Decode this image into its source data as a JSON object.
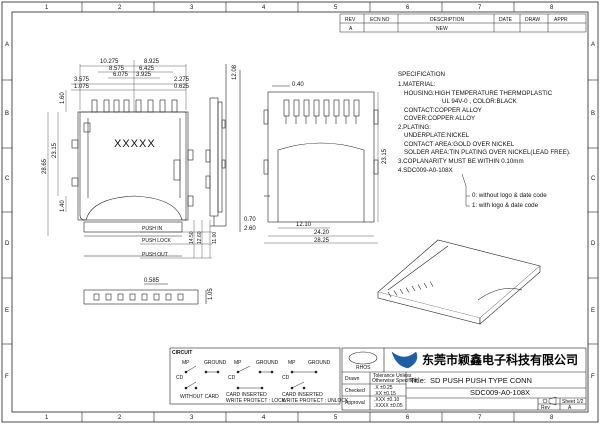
{
  "border": {
    "cols_top": [
      "1",
      "2",
      "3",
      "4",
      "5",
      "6",
      "7",
      "8"
    ],
    "cols_bottom": [
      "1",
      "2",
      "3",
      "4",
      "5",
      "6",
      "7",
      "8"
    ],
    "rows_left": [
      "A",
      "B",
      "C",
      "D",
      "E",
      "F"
    ],
    "rows_right": [
      "A",
      "B",
      "C",
      "D",
      "E",
      "F"
    ]
  },
  "revision_table": {
    "headers": [
      "REV",
      "ECN NO",
      "DESCRIPTION",
      "DATE",
      "DRAW",
      "APPR"
    ],
    "row": [
      "A",
      "",
      "NEW",
      "",
      "",
      ""
    ]
  },
  "dims_top_view": {
    "d10275": "10.275",
    "d8925": "8.925",
    "d8575": "8.575",
    "d6425": "6.425",
    "d6075": "6.075",
    "d3925": "3.925",
    "d3575": "3.575",
    "d2275": "2.275",
    "d1075": "1.075",
    "d0625": "0.625",
    "d160": "1.60",
    "d140": "1.40",
    "d2315": "23.15",
    "d2865": "28.65",
    "part_mark": "XXXXX"
  },
  "dims_side_view": {
    "d1208": "12.08",
    "d070": "0.70",
    "d260": "2.60"
  },
  "dims_front_view": {
    "d040": "0.40",
    "d1210": "12.10",
    "d2420": "24.20",
    "d2825": "28.25",
    "d2315": "23.15"
  },
  "push_labels": {
    "push_in": "PUSH IN",
    "push_lock": "PUSH LOCK",
    "push_out": "PUSH OUT",
    "d1450": "14.50",
    "d1260": "12.60",
    "d1100": "11.00"
  },
  "bottom_view": {
    "d0585": "0.585",
    "d105": "1.05"
  },
  "specification": {
    "title": "SPECIFICATION",
    "lines": [
      "1.MATERIAL:",
      "HOUSING:HIGH TEMPERATURE THERMOPLASTIC",
      "UL 94V-0 , COLOR:BLACK",
      "CONTACT:COPPER ALLOY",
      "COVER:COPPER ALLOY",
      "2.PLATING:",
      "UNDERPLATE:NICKEL",
      "CONTACT AREA:GOLD OVER NICKEL",
      "SOLDER AREA:TIN PLATING OVER NICKEL(LEAD FREE).",
      "3.COPLANARITY MUST BE WITHIN 0.10mm",
      "4.SDC009-A0-108X"
    ]
  },
  "option_notes": {
    "opt0": "0: without logo & date code",
    "opt1": "1: with logo & date code"
  },
  "circuit": {
    "title": "CIRCUIT",
    "mp": "MP",
    "ground": "GROUND",
    "cd": "CD",
    "cap1": "WITHOUT CARD",
    "cap2a": "CARD INSERTED",
    "cap2b": "WRITE PROTECT : LOCK",
    "cap3a": "CARD INSERTED",
    "cap3b": "WRITE PROTECT : UNLOCK"
  },
  "title_block": {
    "company_cn": "东莞市颖鑫电子科技有限公司",
    "logo": "RHOS",
    "tolerance_1": "Tolerance Unless",
    "tolerance_2": "Otherwise Specified",
    "row_drawn": "Drawn",
    "row_checked": "Checked",
    "row_approved": "Approval",
    "tol_lines": [
      ".X ±0.25",
      ".XX ±0.15",
      ".XXX ±0.10",
      ".XXXX ±0.05"
    ],
    "title_label": "Title:",
    "title_value": "SD PUSH PUSH TYPE CONN",
    "part_no": "SDC009-A0-108X",
    "sheet": "Sheet 1/2",
    "rev_label": "Rev",
    "rev_value": "A"
  }
}
